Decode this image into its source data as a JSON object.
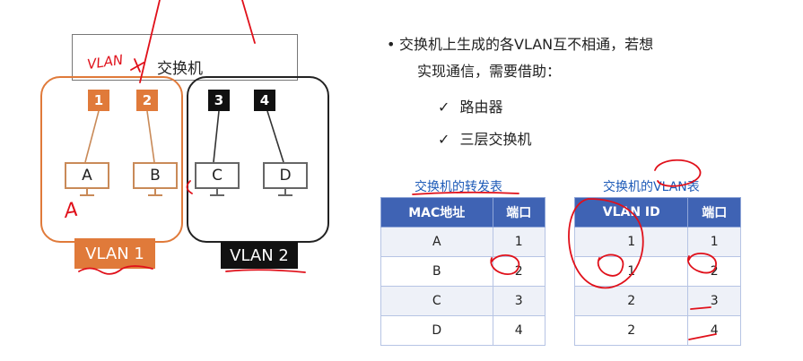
{
  "diagram": {
    "switch_label": "交换机",
    "ports": [
      {
        "label": "1",
        "color": "#e07a3a"
      },
      {
        "label": "2",
        "color": "#e07a3a"
      },
      {
        "label": "3",
        "color": "#111111"
      },
      {
        "label": "4",
        "color": "#111111"
      }
    ],
    "computers": [
      "A",
      "B",
      "C",
      "D"
    ],
    "vlan1_label": "VLAN 1",
    "vlan2_label": "VLAN 2",
    "handwriting_vlan": "VLAN",
    "handwriting_a": "A"
  },
  "bullets": {
    "main_line1": "交换机上生成的各VLAN互不相通，若想",
    "main_line2": "实现通信，需要借助：",
    "check_mark": "✓",
    "items": [
      "路由器",
      "三层交换机"
    ]
  },
  "forward_table": {
    "title": "交换机的转发表",
    "headers": [
      "MAC地址",
      "端口"
    ],
    "rows": [
      [
        "A",
        "1"
      ],
      [
        "B",
        "2"
      ],
      [
        "C",
        "3"
      ],
      [
        "D",
        "4"
      ]
    ]
  },
  "vlan_table": {
    "title": "交换机的VLAN表",
    "headers": [
      "VLAN ID",
      "端口"
    ],
    "rows": [
      [
        "1",
        "1"
      ],
      [
        "1",
        "2"
      ],
      [
        "2",
        "3"
      ],
      [
        "2",
        "4"
      ]
    ]
  },
  "colors": {
    "orange": "#e07a3a",
    "black": "#111111",
    "table_header": "#3f63b4",
    "title_blue": "#1e5bb8",
    "annotation_red": "#e0101a"
  }
}
